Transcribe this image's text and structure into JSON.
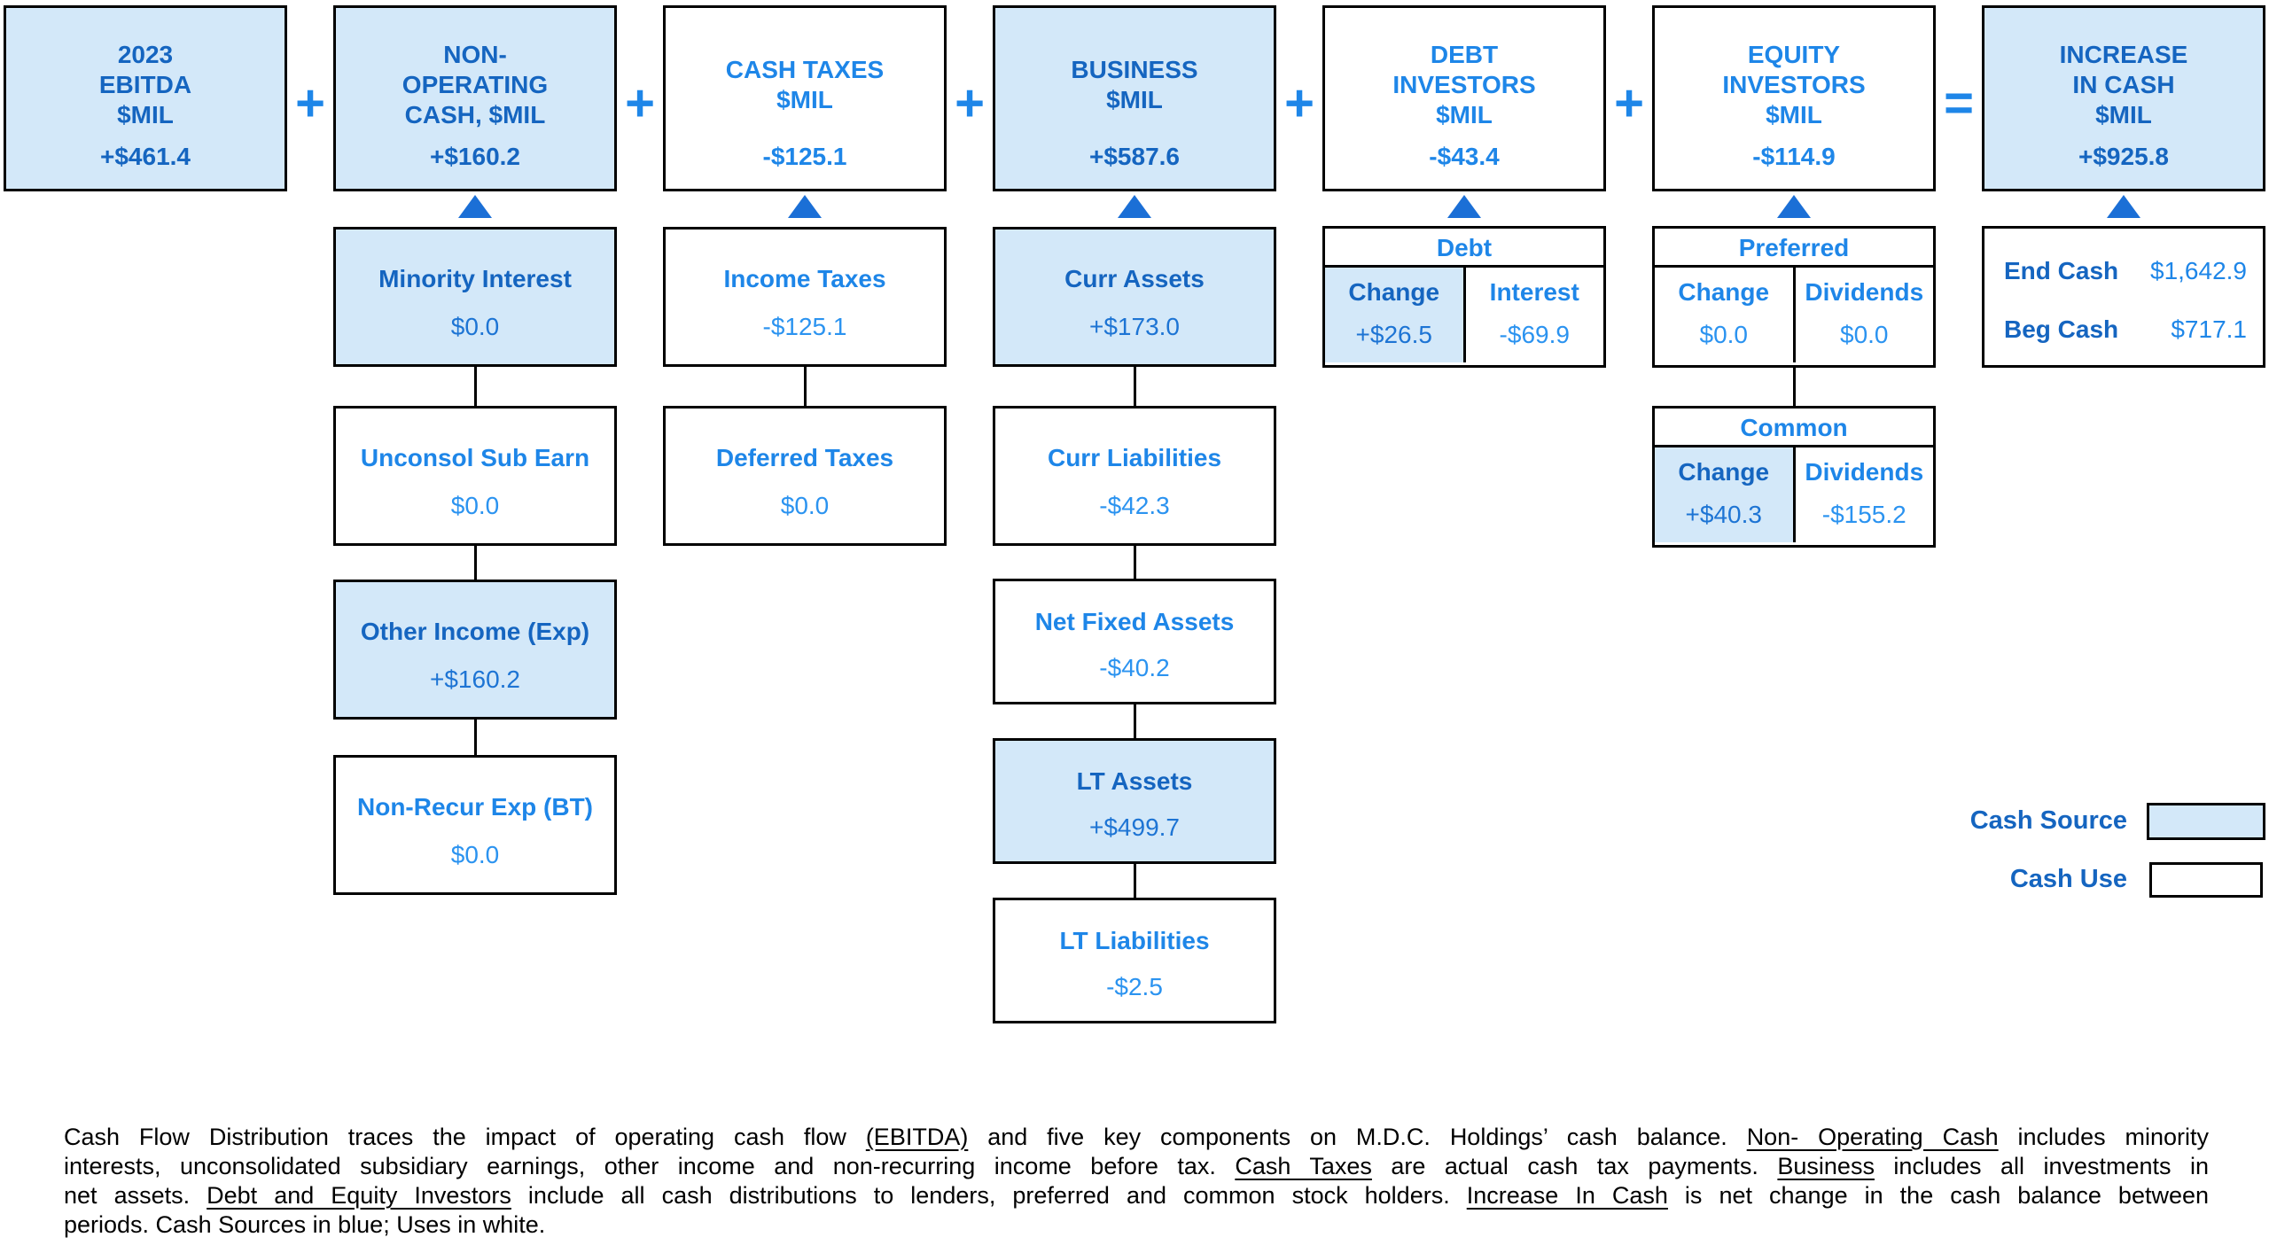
{
  "colors": {
    "source_fill": "#d3e8f9",
    "use_fill": "#ffffff",
    "bright_blue_text": "#1e86e8",
    "dark_blue_text": "#1565c0",
    "border": "#000000"
  },
  "top_row": [
    {
      "title": "2023\nEBITDA\n$MIL",
      "value": "+$461.4"
    },
    {
      "title": "NON-\nOPERATING\nCASH, $MIL",
      "value": "+$160.2"
    },
    {
      "title": "CASH TAXES\n$MIL",
      "value": "-$125.1"
    },
    {
      "title": "BUSINESS\n$MIL",
      "value": "+$587.6"
    },
    {
      "title": "DEBT\nINVESTORS\n$MIL",
      "value": "-$43.4"
    },
    {
      "title": "EQUITY\nINVESTORS\n$MIL",
      "value": "-$114.9"
    },
    {
      "title": "INCREASE\nIN CASH\n$MIL",
      "value": "+$925.8"
    }
  ],
  "operators": [
    "+",
    "+",
    "+",
    "+",
    "+",
    "="
  ],
  "non_operating_chain": [
    {
      "label": "Minority Interest",
      "value": "$0.0"
    },
    {
      "label": "Unconsol Sub Earn",
      "value": "$0.0"
    },
    {
      "label": "Other Income (Exp)",
      "value": "+$160.2"
    },
    {
      "label": "Non-Recur Exp (BT)",
      "value": "$0.0"
    }
  ],
  "cash_taxes_chain": [
    {
      "label": "Income Taxes",
      "value": "-$125.1"
    },
    {
      "label": "Deferred Taxes",
      "value": "$0.0"
    }
  ],
  "business_chain": [
    {
      "label": "Curr Assets",
      "value": "+$173.0"
    },
    {
      "label": "Curr Liabilities",
      "value": "-$42.3"
    },
    {
      "label": "Net Fixed Assets",
      "value": "-$40.2"
    },
    {
      "label": "LT Assets",
      "value": "+$499.7"
    },
    {
      "label": "LT Liabilities",
      "value": "-$2.5"
    }
  ],
  "debt_table": {
    "header": "Debt",
    "cells": [
      {
        "label": "Change",
        "value": "+$26.5"
      },
      {
        "label": "Interest",
        "value": "-$69.9"
      }
    ]
  },
  "preferred_table": {
    "header": "Preferred",
    "cells": [
      {
        "label": "Change",
        "value": "$0.0"
      },
      {
        "label": "Dividends",
        "value": "$0.0"
      }
    ]
  },
  "common_table": {
    "header": "Common",
    "cells": [
      {
        "label": "Change",
        "value": "+$40.3"
      },
      {
        "label": "Dividends",
        "value": "-$155.2"
      }
    ]
  },
  "cash_summary": {
    "rows": [
      {
        "label": "End Cash",
        "value": "$1,642.9"
      },
      {
        "label": "Beg Cash",
        "value": "$717.1"
      }
    ]
  },
  "legend": {
    "source_label": "Cash Source",
    "use_label": "Cash Use"
  },
  "footer": {
    "lines": [
      [
        {
          "t": "Cash Flow Distribution traces the impact of operating cash flow "
        },
        {
          "t": "(EBITDA)",
          "u": true
        },
        {
          "t": " and five key components on M.D.C. Holdings’ cash balance. "
        },
        {
          "t": "Non- Operating Cash",
          "u": true
        },
        {
          "t": " includes minority"
        }
      ],
      [
        {
          "t": "interests, unconsolidated subsidiary earnings, other income and non-recurring income before tax. "
        },
        {
          "t": "Cash Taxes",
          "u": true
        },
        {
          "t": " are actual cash tax payments. "
        },
        {
          "t": "Business",
          "u": true
        },
        {
          "t": " includes all investments in"
        }
      ],
      [
        {
          "t": "net assets. "
        },
        {
          "t": "Debt and Equity Investors",
          "u": true
        },
        {
          "t": " include all cash distributions to lenders, preferred and common stock holders. "
        },
        {
          "t": "Increase In Cash",
          "u": true
        },
        {
          "t": " is net change in the cash balance between"
        }
      ],
      [
        {
          "t": "periods. Cash Sources in blue; Uses in white."
        }
      ]
    ]
  }
}
